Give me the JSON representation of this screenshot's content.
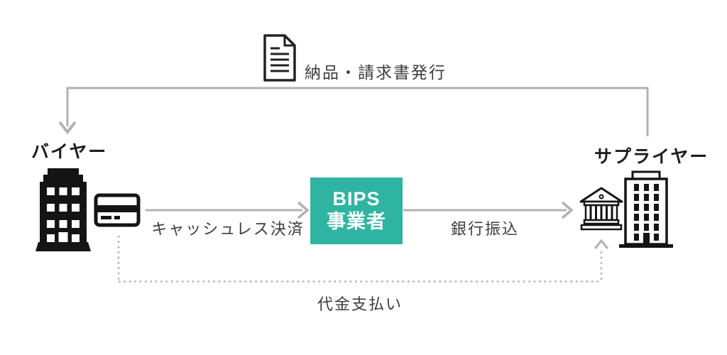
{
  "nodes": {
    "buyer": {
      "label": "バイヤー"
    },
    "supplier": {
      "label": "サプライヤー"
    },
    "bips": {
      "line1": "BIPS",
      "line2": "事業者"
    }
  },
  "flows": {
    "invoice": {
      "label": "納品・請求書発行",
      "from": "supplier",
      "to": "buyer",
      "style": "solid-gray"
    },
    "cashless": {
      "label": "キャッシュレス決済",
      "from": "buyer",
      "to": "bips",
      "style": "solid-gray"
    },
    "bank_transfer": {
      "label": "銀行振込",
      "from": "bips",
      "to": "supplier",
      "style": "solid-gray"
    },
    "payment": {
      "label": "代金支払い",
      "from": "buyer",
      "to": "supplier",
      "style": "dotted-gray"
    }
  },
  "icons": [
    {
      "name": "document-icon"
    },
    {
      "name": "buyer-building-icon"
    },
    {
      "name": "credit-card-icon"
    },
    {
      "name": "bank-icon"
    },
    {
      "name": "supplier-building-icon"
    }
  ],
  "colors": {
    "background": "#ffffff",
    "arrow_gray": "#b2b2b2",
    "dotted_gray": "#b0b0b0",
    "icon_black": "#141414",
    "entity_text": "#1d1d1d",
    "flow_text": "#3d3d3d",
    "bips_bg": "#2fb4a2",
    "bips_text": "#ffffff"
  }
}
